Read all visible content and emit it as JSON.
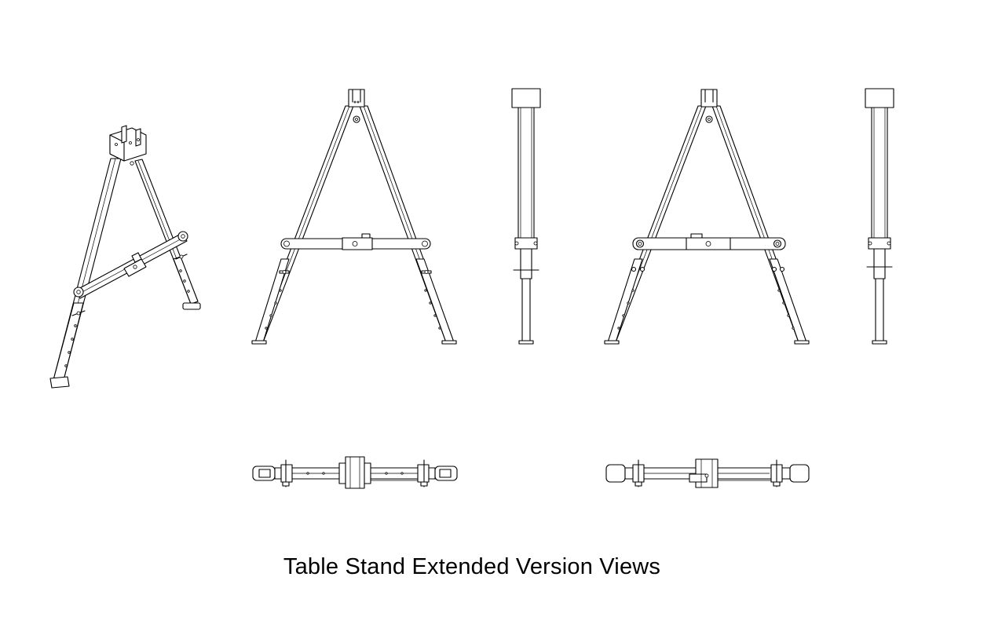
{
  "drawing": {
    "caption": "Table Stand Extended Version Views",
    "line_color": "#000000",
    "background_color": "#ffffff"
  },
  "views": [
    {
      "id": "isometric",
      "kind": "isometric"
    },
    {
      "id": "front-a",
      "kind": "front"
    },
    {
      "id": "side-a",
      "kind": "side"
    },
    {
      "id": "front-b",
      "kind": "front"
    },
    {
      "id": "side-b",
      "kind": "side"
    },
    {
      "id": "top-a",
      "kind": "top"
    },
    {
      "id": "top-b",
      "kind": "top"
    }
  ]
}
